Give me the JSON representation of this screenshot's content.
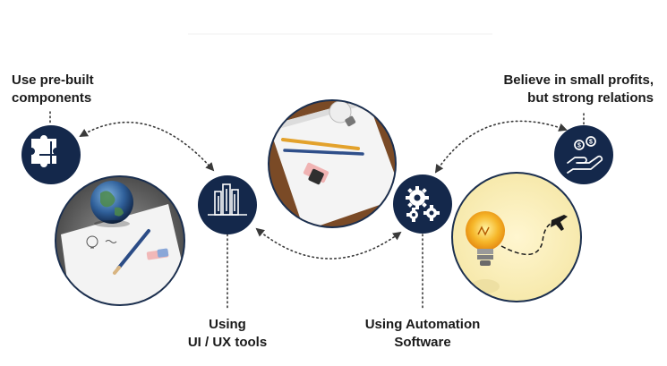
{
  "labels": {
    "prebuilt": {
      "line1": "Use pre-built",
      "line2": "components"
    },
    "uiux": {
      "line1": "Using",
      "line2": "UI / UX tools"
    },
    "automation": {
      "line1": "Using Automation",
      "line2": "Software"
    },
    "profits": {
      "line1": "Believe in small profits,",
      "line2": "but strong relations"
    }
  },
  "icons": {
    "puzzle": "puzzle-icon",
    "buildings": "city-buildings-icon",
    "gears": "gears-icon",
    "money": "money-hand-icon"
  },
  "colors": {
    "navy": "#14284b",
    "connector": "#3a3a3a",
    "text": "#1a1a1a"
  }
}
